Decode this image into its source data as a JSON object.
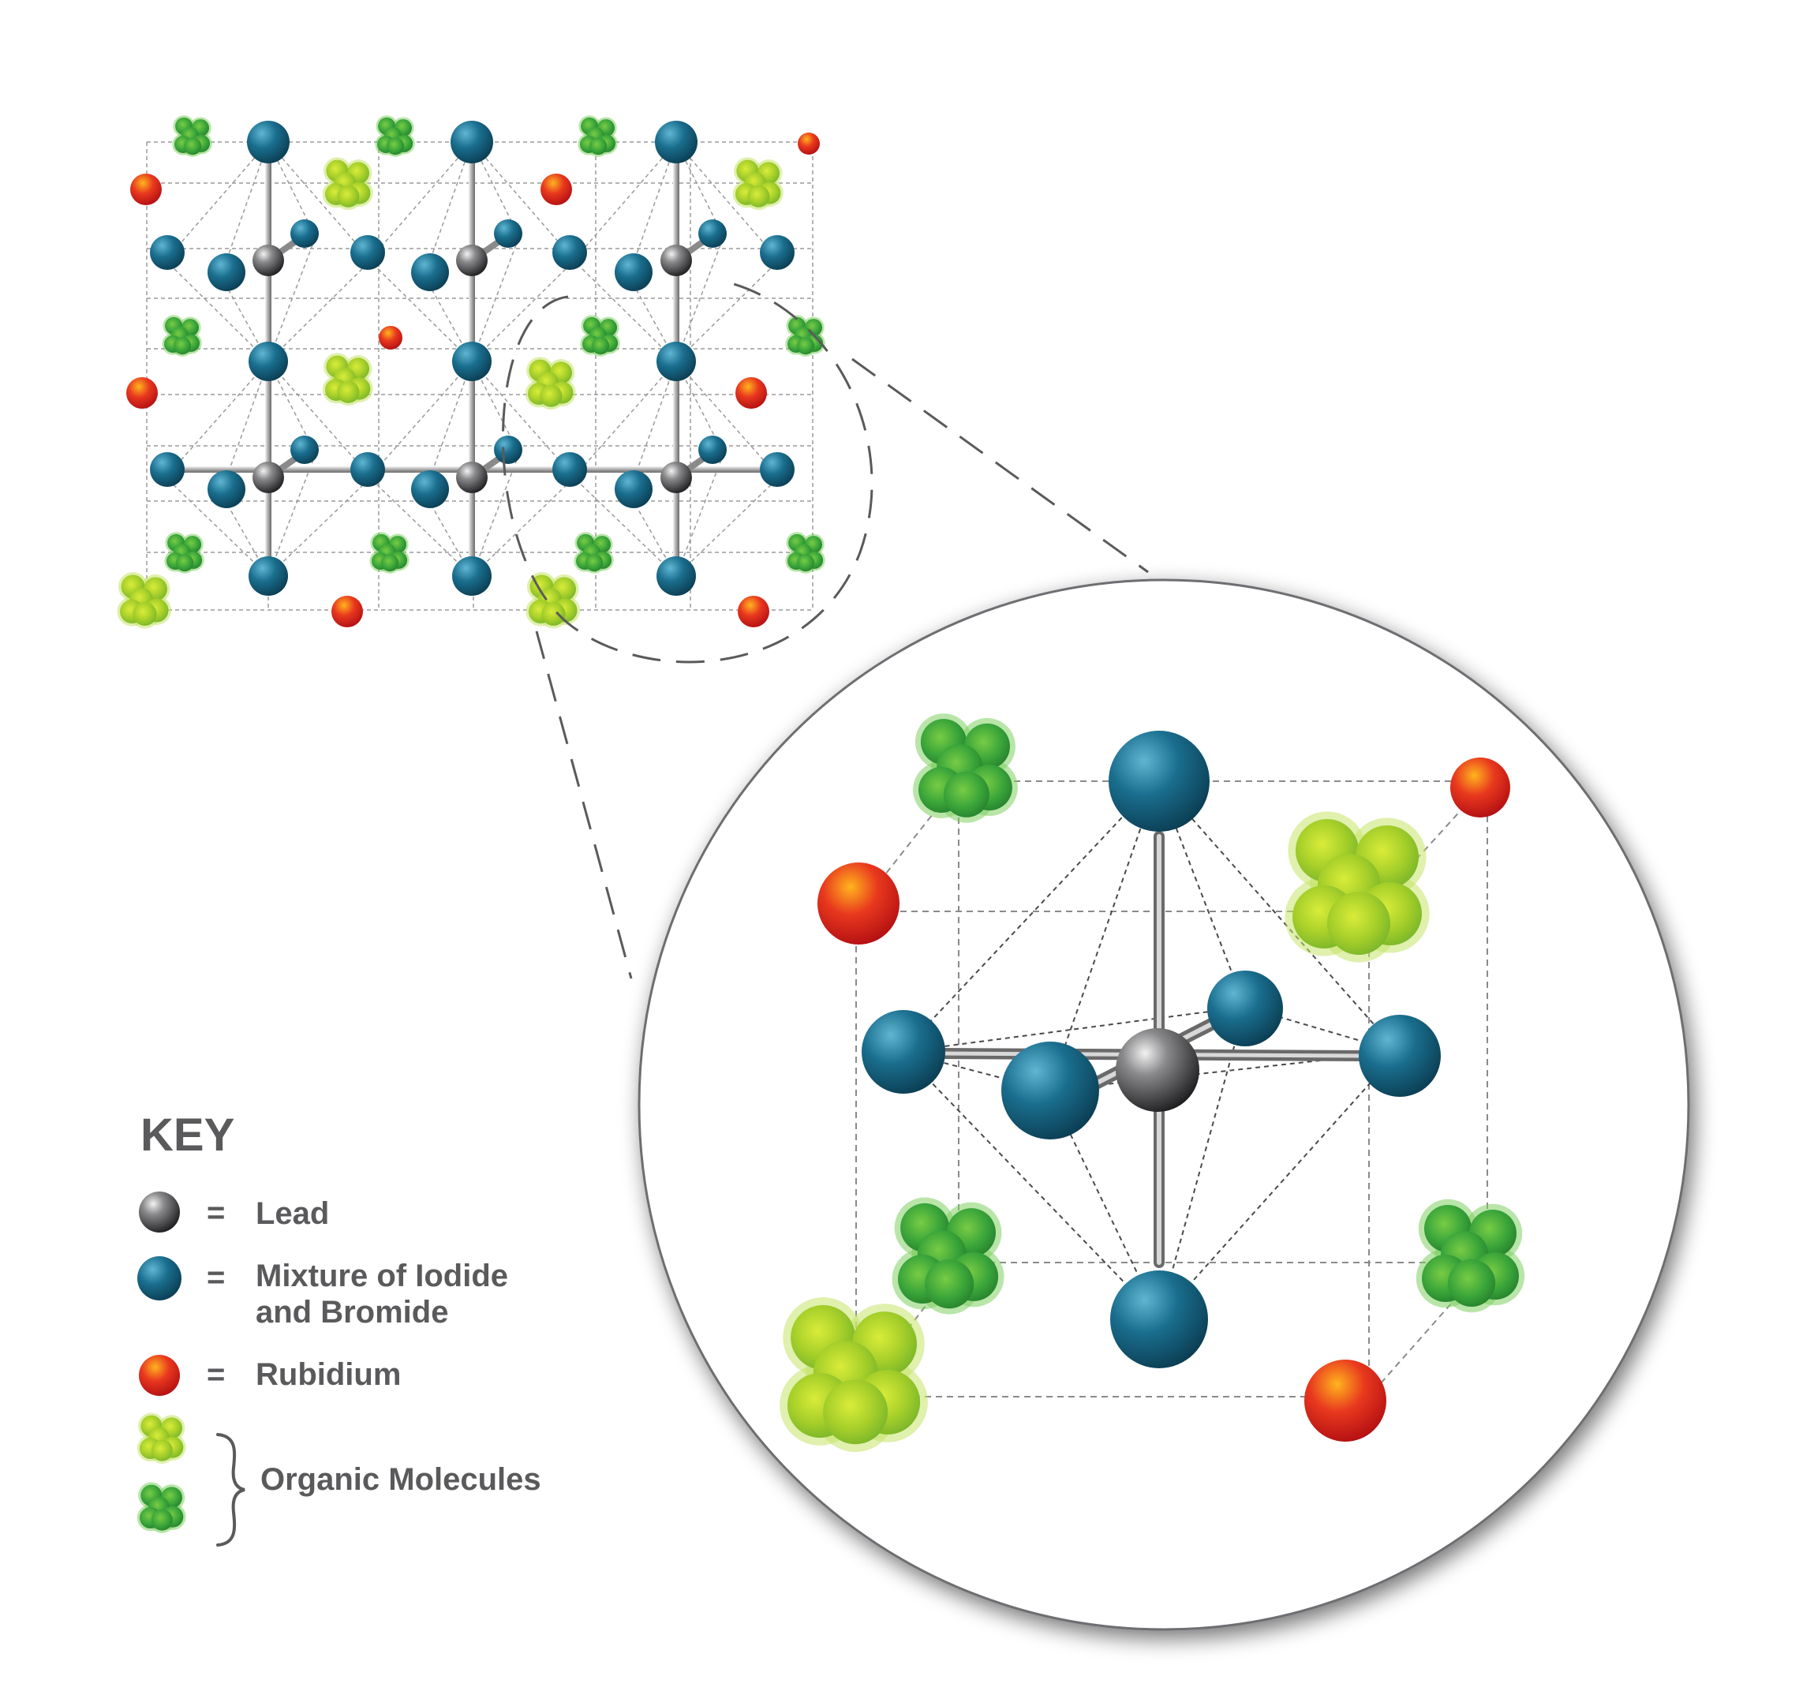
{
  "key": {
    "title": "KEY",
    "equals": "=",
    "items": [
      {
        "label": "Lead",
        "icon": "lead-sphere-icon"
      },
      {
        "label_line1": "Mixture of Iodide",
        "label_line2": "and Bromide",
        "icon": "halide-sphere-icon"
      },
      {
        "label": "Rubidium",
        "icon": "rubidium-sphere-icon"
      },
      {
        "label": "Organic Molecules",
        "icons": [
          "organic-molecule-light-icon",
          "organic-molecule-dark-icon"
        ]
      }
    ]
  },
  "colors": {
    "lead": "#3a3a3c",
    "halide": "#1a6e8e",
    "rubidium": "#e2231a",
    "organic_light": "#a8d02a",
    "organic_dark": "#3aa53a",
    "text": "#5a5a5c",
    "dashed_lines": "#9a9a9a"
  }
}
